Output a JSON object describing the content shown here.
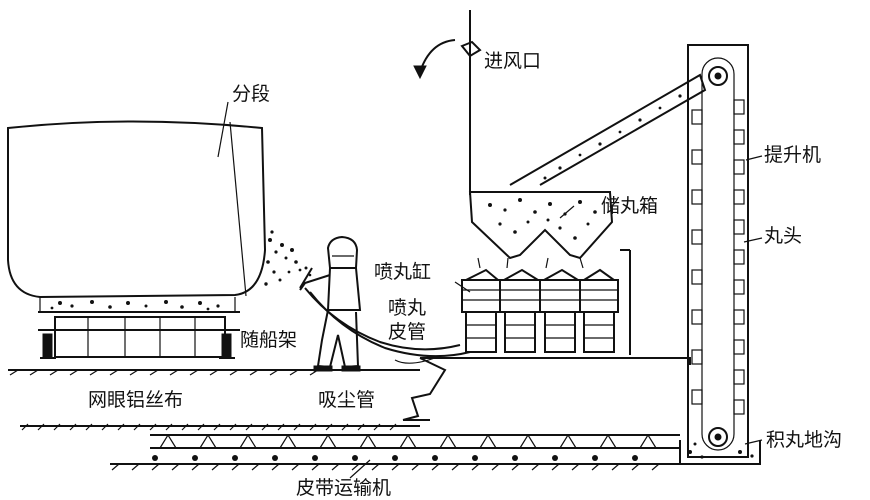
{
  "labels": {
    "segment": "分段",
    "air_inlet": "进风口",
    "hoist": "提升机",
    "shot_storage_box": "储丸箱",
    "shot_head": "丸头",
    "shot_tank": "喷丸缸",
    "shot_hose_1": "喷丸",
    "shot_hose_2": "皮管",
    "ship_frame": "随船架",
    "mesh_cloth": "网眼铝丝布",
    "dust_pipe": "吸尘管",
    "shot_pit": "积丸地沟",
    "belt_conveyor": "皮带运输机"
  }
}
